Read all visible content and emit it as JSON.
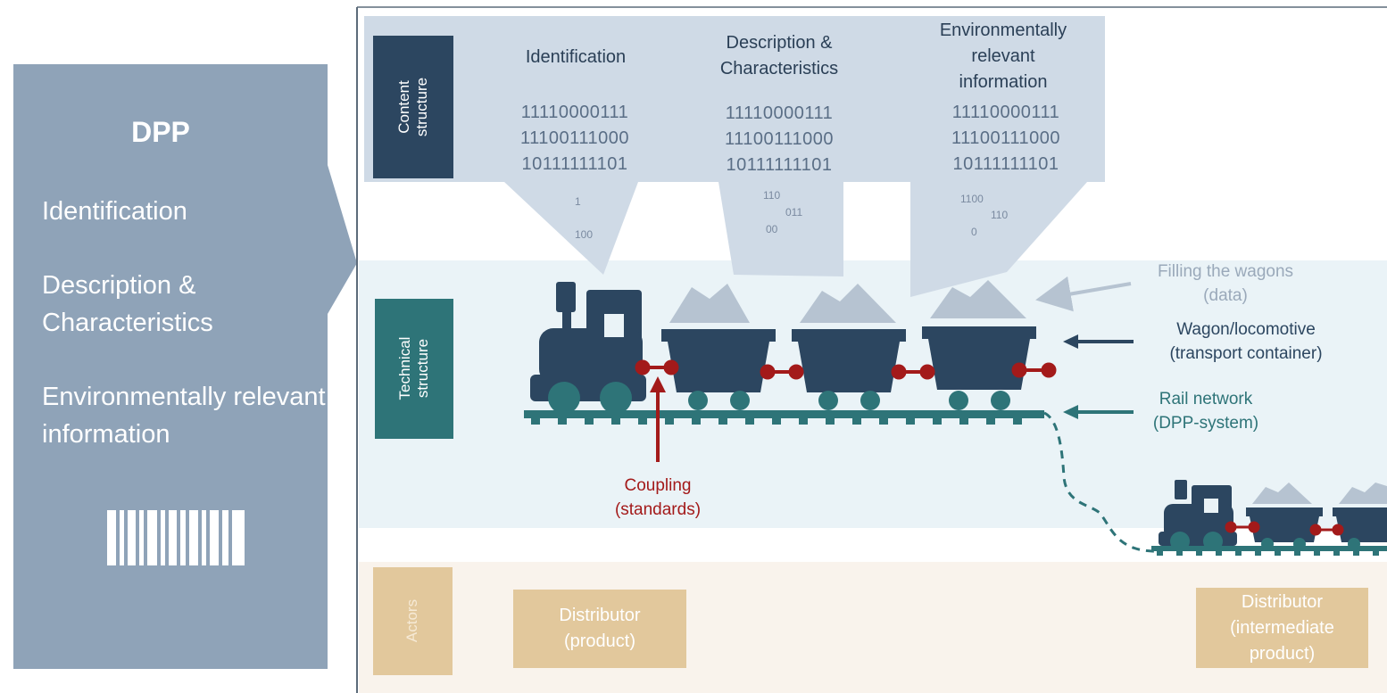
{
  "dpp_panel": {
    "title": "DPP",
    "items": [
      "Identification",
      "Description & Characteristics",
      "Environmentally relevant information"
    ]
  },
  "bands": {
    "content": {
      "label_line1": "Content",
      "label_line2": "structure"
    },
    "technical": {
      "label_line1": "Technical",
      "label_line2": "structure"
    },
    "actors": {
      "label": "Actors"
    }
  },
  "categories": [
    {
      "title_lines": [
        "Identification"
      ],
      "binary": [
        "11110000111",
        "11100111000",
        "10111111101"
      ],
      "bits": [
        "1",
        "100"
      ]
    },
    {
      "title_lines": [
        "Description &",
        "Characteristics"
      ],
      "binary": [
        "11110000111",
        "11100111000",
        "10111111101"
      ],
      "bits": [
        "110",
        "011",
        "00"
      ]
    },
    {
      "title_lines": [
        "Environmentally",
        "relevant",
        "information"
      ],
      "binary": [
        "11110000111",
        "11100111000",
        "10111111101"
      ],
      "bits": [
        "1100",
        "110",
        "0"
      ]
    }
  ],
  "annotations": {
    "filling": [
      "Filling the wagons",
      "(data)"
    ],
    "wagon": [
      "Wagon/locomotive",
      "(transport container)"
    ],
    "rail": [
      "Rail network",
      "(DPP-system)"
    ],
    "coupling": [
      "Coupling",
      "(standards)"
    ]
  },
  "actors": [
    {
      "lines": [
        "Distributor",
        "(product)"
      ]
    },
    {
      "lines": [
        "Distributor",
        "(intermediate",
        "product)"
      ]
    }
  ],
  "colors": {
    "dpp_panel": "#8fa3b8",
    "navy": "#2c4660",
    "teal": "#2e7478",
    "bubble": "#cfdae6",
    "technical_band": "#eaf3f7",
    "actors_band": "#f9f3ec",
    "actor_box": "#e2c89c",
    "coupling_red": "#a31a1a",
    "rail_teal": "#2e7478"
  }
}
